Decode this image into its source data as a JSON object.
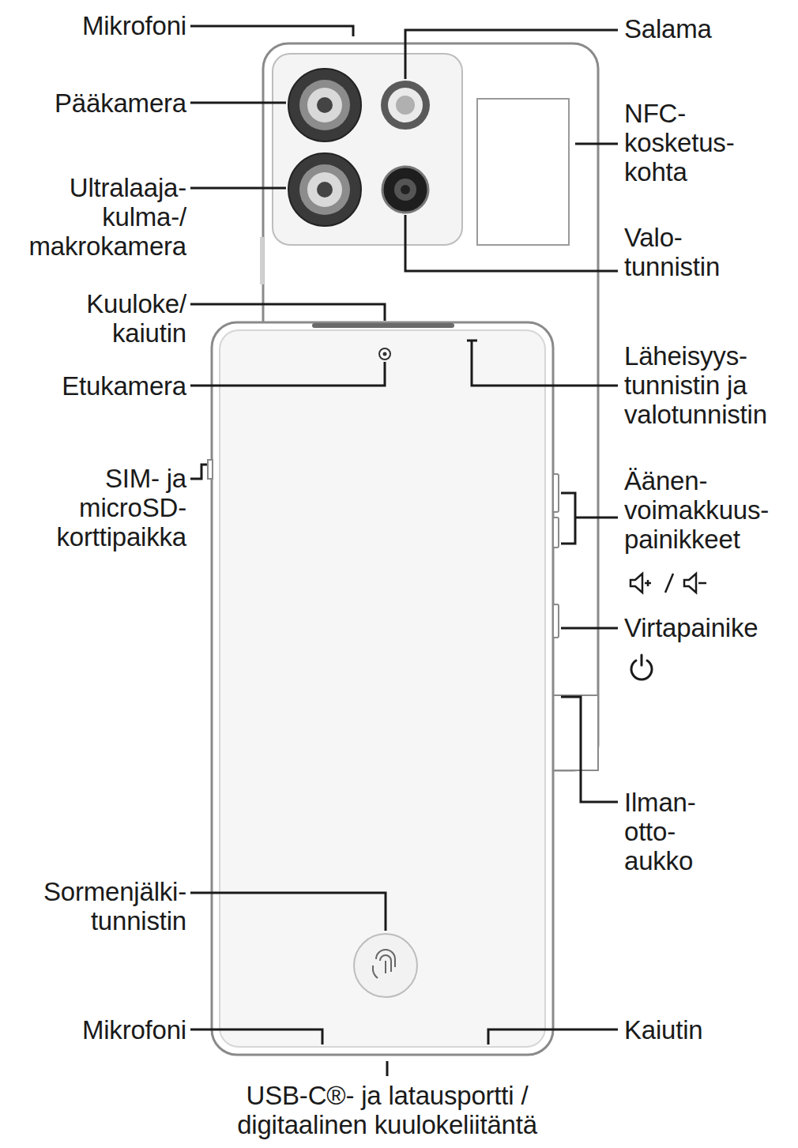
{
  "diagram": {
    "labels": [
      "Mikrofoni",
      "Salama",
      "Pääkamera",
      "NFC- kosketus- kohta",
      "Ultralaaja- kulma-/ makrokamera",
      "Valo- tunnistin",
      "Kuuloke/ kaiutin",
      "Etukamera",
      "Läheisyys- tunnistin ja valotunnistin",
      "SIM- ja microSD- korttipaikka",
      "Äänen- voimakkuus- painikkeet",
      "Virtapainike",
      "Ilman- otto- aukko",
      "Sormenjälki- tunnistin",
      "Mikrofoni",
      "Kaiutin",
      "USB-C®- ja latausportti / digitaalinen kuulokeliitäntä"
    ]
  }
}
